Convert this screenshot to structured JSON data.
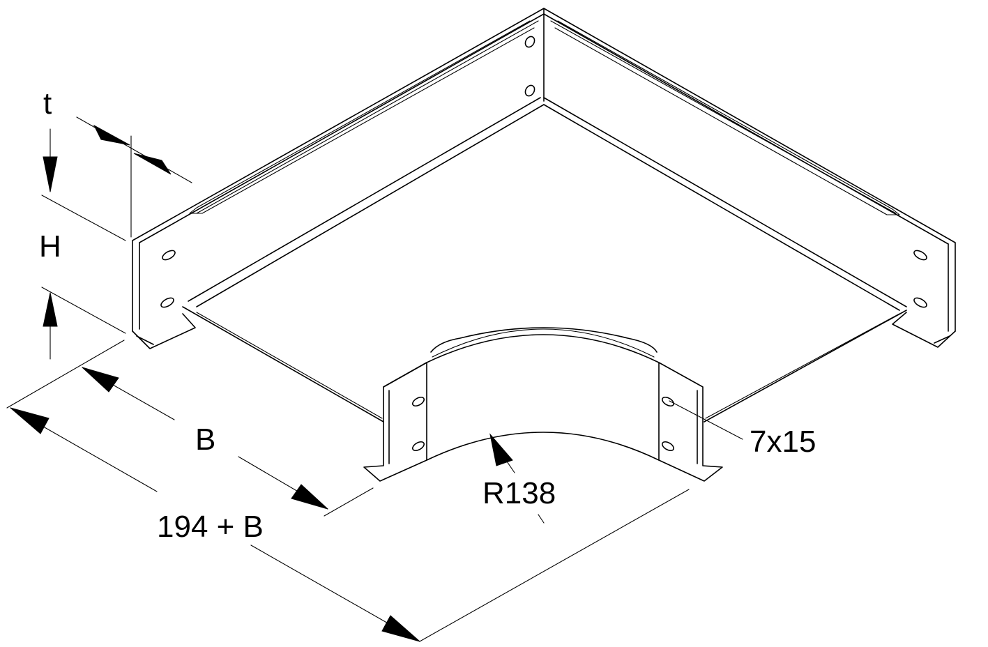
{
  "dimensions": {
    "thickness": "t",
    "height": "H",
    "width": "B",
    "total_width": "194 + B",
    "radius": "R138",
    "slot_size": "7x15"
  }
}
